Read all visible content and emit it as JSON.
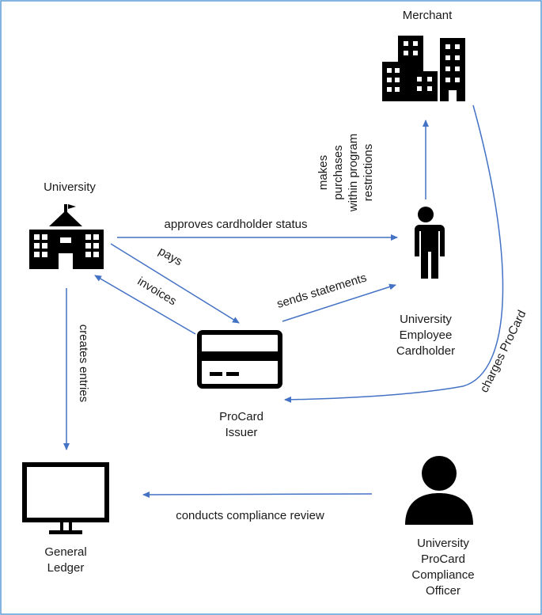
{
  "nodes": {
    "merchant": {
      "label": "Merchant",
      "icon": "office-buildings-icon"
    },
    "university": {
      "label": "University",
      "icon": "university-building-icon"
    },
    "cardholder": {
      "lines": [
        "University",
        "Employee",
        "Cardholder"
      ],
      "icon": "person-icon"
    },
    "issuer": {
      "lines": [
        "ProCard",
        "Issuer"
      ],
      "icon": "credit-card-icon"
    },
    "ledger": {
      "lines": [
        "General",
        "Ledger"
      ],
      "icon": "computer-monitor-icon"
    },
    "officer": {
      "lines": [
        "University",
        "ProCard",
        "Compliance",
        "Officer"
      ],
      "icon": "user-silhouette-icon"
    }
  },
  "edges": {
    "approves": "approves cardholder status",
    "pays": "pays",
    "invoices": "invoices",
    "sends_statements": "sends statements",
    "makes_purchases": [
      "makes",
      "purchases",
      "within program",
      "restrictions"
    ],
    "charges": "charges ProCard",
    "creates_entries": "creates entries",
    "compliance_review": "conducts compliance review"
  },
  "colors": {
    "arrow": "#4472c4",
    "frame": "#5b9bd5",
    "icon": "#000000"
  }
}
